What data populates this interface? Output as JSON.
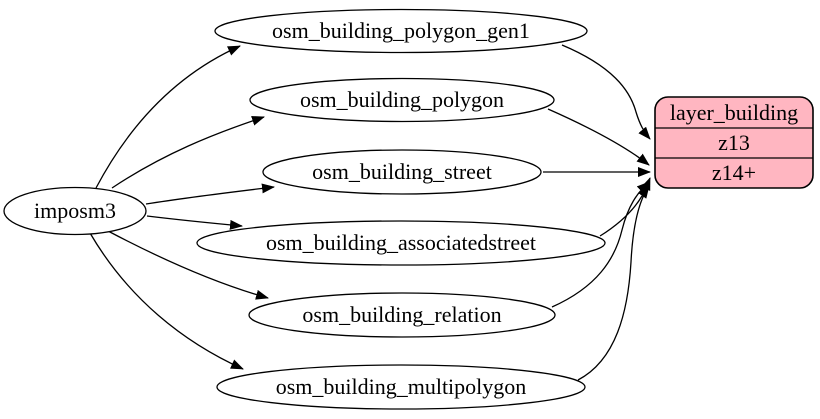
{
  "diagram": {
    "kind": "etl-graph",
    "background_color": "#ffffff",
    "edge_color": "#000000",
    "source_node": {
      "label": "imposm3"
    },
    "table_nodes": [
      {
        "label": "osm_building_polygon_gen1"
      },
      {
        "label": "osm_building_polygon"
      },
      {
        "label": "osm_building_street"
      },
      {
        "label": "osm_building_associatedstreet"
      },
      {
        "label": "osm_building_relation"
      },
      {
        "label": "osm_building_multipolygon"
      }
    ],
    "layer_node": {
      "title": "layer_building",
      "rows": [
        "z13",
        "z14+"
      ],
      "fill_color": "#ffb6c1",
      "border_color": "#000000"
    },
    "edges": [
      {
        "from": "imposm3",
        "to": "osm_building_polygon_gen1"
      },
      {
        "from": "imposm3",
        "to": "osm_building_polygon"
      },
      {
        "from": "imposm3",
        "to": "osm_building_street"
      },
      {
        "from": "imposm3",
        "to": "osm_building_associatedstreet"
      },
      {
        "from": "imposm3",
        "to": "osm_building_relation"
      },
      {
        "from": "imposm3",
        "to": "osm_building_multipolygon"
      },
      {
        "from": "osm_building_polygon_gen1",
        "to": "layer_building",
        "to_row": "z13"
      },
      {
        "from": "osm_building_polygon",
        "to": "layer_building",
        "to_row": "z14+"
      },
      {
        "from": "osm_building_street",
        "to": "layer_building",
        "to_row": "z14+"
      },
      {
        "from": "osm_building_associatedstreet",
        "to": "layer_building",
        "to_row": "z14+"
      },
      {
        "from": "osm_building_relation",
        "to": "layer_building",
        "to_row": "z14+"
      },
      {
        "from": "osm_building_multipolygon",
        "to": "layer_building",
        "to_row": "z14+"
      }
    ]
  }
}
